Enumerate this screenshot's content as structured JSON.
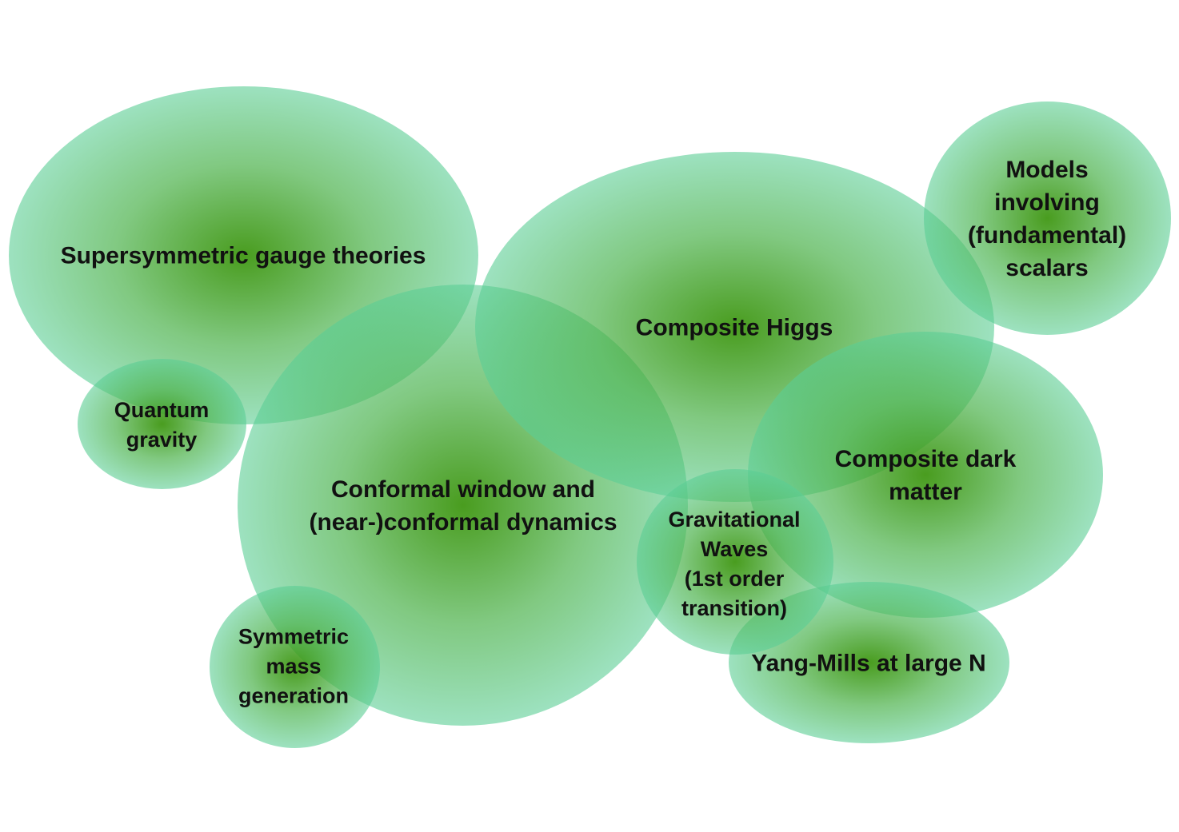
{
  "topics": {
    "supersymmetric": "Supersymmetric gauge theories",
    "quantum_gravity": "Quantum\ngravity",
    "conformal": "Conformal window and\n(near-)conformal dynamics",
    "composite_higgs": "Composite Higgs",
    "scalars": "Models\ninvolving\n(fundamental)\nscalars",
    "dark_matter": "Composite dark matter",
    "grav_waves": "Gravitational\nWaves\n(1st order\ntransition)",
    "yang_mills": "Yang-Mills at large N",
    "symmetric_mass": "Symmetric\nmass\ngeneration"
  },
  "colors": {
    "center": "#3a940c",
    "edge": "#6ee1c3",
    "text": "#111111"
  }
}
